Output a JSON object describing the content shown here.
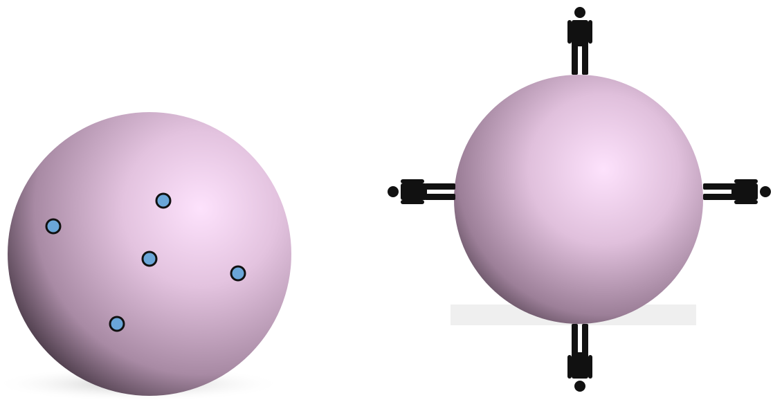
{
  "colors": {
    "background": "#ffffff",
    "sphere_highlight": "#fde0fb",
    "sphere_mid": "#d4b3d0",
    "sphere_edge": "#3a2c38",
    "dot_fill": "#6aa6d8",
    "dot_stroke": "#111111",
    "figure": "#111111",
    "shadow": "#cfcfcf"
  },
  "left_sphere": {
    "icon": "sphere-with-points",
    "dot_count": 5
  },
  "right_sphere": {
    "icon": "sphere-with-standing-people",
    "people": [
      "top",
      "right",
      "bottom",
      "left"
    ]
  }
}
